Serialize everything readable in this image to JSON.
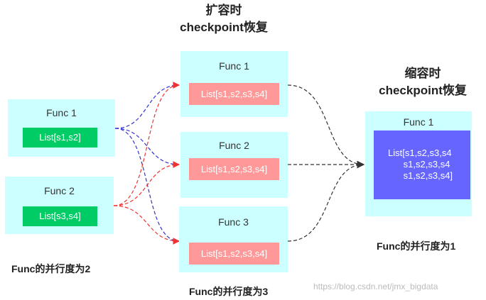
{
  "titles": {
    "scale_out": [
      "扩容时",
      "checkpoint恢复"
    ],
    "scale_in": [
      "缩容时",
      "checkpoint恢复"
    ]
  },
  "left": {
    "nodes": [
      {
        "label": "Func 1",
        "list": "List[s1,s2]"
      },
      {
        "label": "Func 2",
        "list": "List[s3,s4]"
      }
    ],
    "caption": "Func的并行度为2"
  },
  "middle": {
    "nodes": [
      {
        "label": "Func 1",
        "list": "List[s1,s2,s3,s4]"
      },
      {
        "label": "Func 2",
        "list": "List[s1,s2,s3,s4]"
      },
      {
        "label": "Func 3",
        "list": "List[s1,s2,s3,s4]"
      }
    ],
    "caption": "Func的并行度为3"
  },
  "right": {
    "node": {
      "label": "Func 1",
      "lines": [
        "List[s1,s2,s3,s4",
        "      s1,s2,s3,s4",
        "      s1,s2,s3,s4]"
      ]
    },
    "caption": "Func的并行度为1"
  },
  "watermark": "https://blog.csdn.net/jmx_bigdata",
  "colors": {
    "node_bg": "#ccffff",
    "green": "#00cc66",
    "pink": "#ff9999",
    "blue": "#6666ff",
    "arrow_blue": "#3333cc",
    "arrow_red": "#ee3333",
    "arrow_dark": "#333333"
  }
}
